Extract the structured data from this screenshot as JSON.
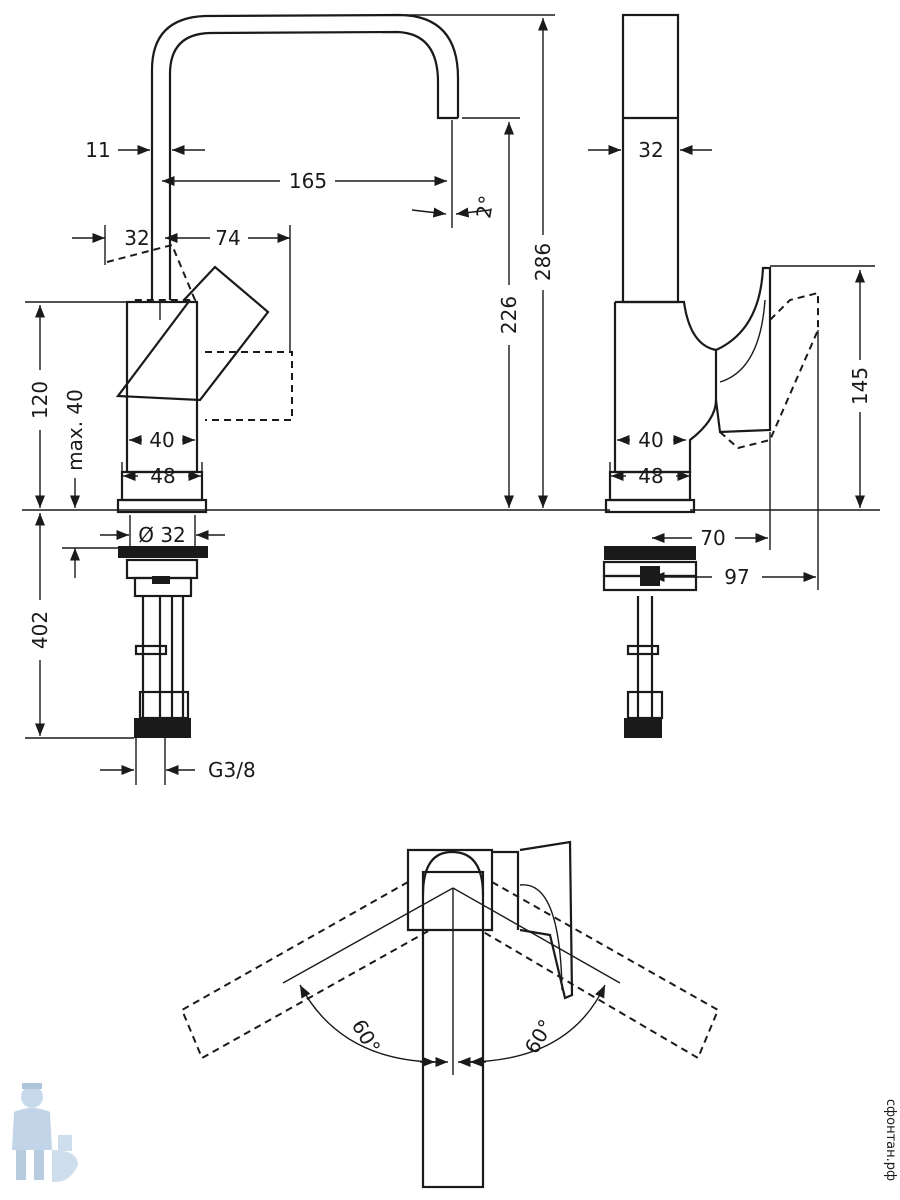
{
  "dimensions": {
    "d11": "11",
    "d165": "165",
    "d2deg": "2°",
    "d32_left": "32",
    "d74": "74",
    "d120": "120",
    "dmax40": "max. 40",
    "d40_front": "40",
    "d48_front": "48",
    "d226": "226",
    "d286": "286",
    "d_dia32": "Ø 32",
    "d402": "402",
    "dG38": "G3/8",
    "d32_side": "32",
    "d40_side": "40",
    "d48_side": "48",
    "d145": "145",
    "d70": "70",
    "d97": "97",
    "d60_left": "60°",
    "d60_right": "60°"
  },
  "watermark": {
    "text": "сфонтан.рф",
    "icon": "plumber-mascot-icon"
  },
  "colors": {
    "ink": "#1a1a1a",
    "watermark": "#7fa3c7"
  }
}
